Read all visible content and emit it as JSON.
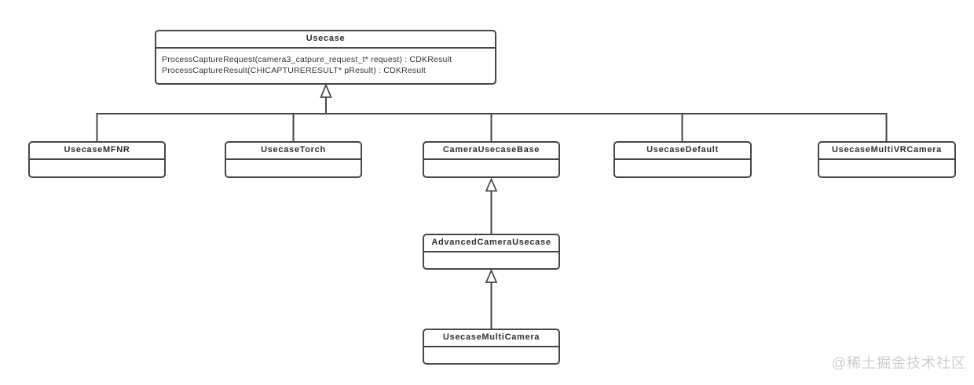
{
  "diagram": {
    "classes": {
      "usecase": {
        "name": "Usecase",
        "methods": [
          "ProcessCaptureRequest(camera3_catpure_request_t* request) : CDKResult",
          "ProcessCaptureResult(CHICAPTURERESULT* pResult) : CDKResult"
        ]
      },
      "usecase_mfnr": {
        "name": "UsecaseMFNR"
      },
      "usecase_torch": {
        "name": "UsecaseTorch"
      },
      "camera_usecase_base": {
        "name": "CameraUsecaseBase"
      },
      "usecase_default": {
        "name": "UsecaseDefault"
      },
      "usecase_multi_vr_camera": {
        "name": "UsecaseMultiVRCamera"
      },
      "advanced_camera_usecase": {
        "name": "AdvancedCameraUsecase"
      },
      "usecase_multi_camera": {
        "name": "UsecaseMultiCamera"
      }
    },
    "relations": [
      "UsecaseMFNR extends Usecase",
      "UsecaseTorch extends Usecase",
      "CameraUsecaseBase extends Usecase",
      "UsecaseDefault extends Usecase",
      "UsecaseMultiVRCamera extends Usecase",
      "AdvancedCameraUsecase extends CameraUsecaseBase",
      "UsecaseMultiCamera extends AdvancedCameraUsecase"
    ]
  },
  "watermark": {
    "text": "@稀土掘金技术社区"
  },
  "colors": {
    "line": "#464646",
    "text": "#2f2f2f",
    "watermark": "#cccccc",
    "background": "#ffffff"
  }
}
